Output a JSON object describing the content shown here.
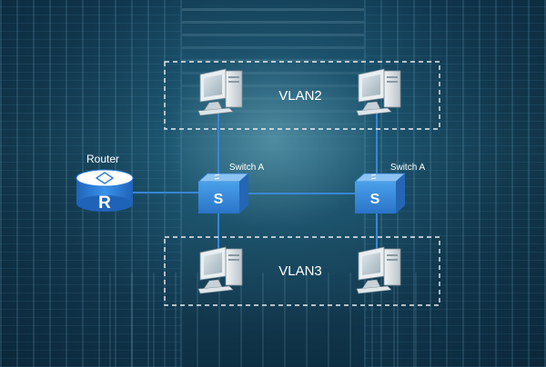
{
  "diagram": {
    "router": {
      "label": "Router",
      "symbol": "R"
    },
    "switches": [
      {
        "label": "Switch A",
        "symbol": "S"
      },
      {
        "label": "Switch A",
        "symbol": "S"
      }
    ],
    "vlans": [
      {
        "label": "VLAN2"
      },
      {
        "label": "VLAN3"
      }
    ],
    "colors": {
      "link": "#3a86d6",
      "router_top": "#ffffff",
      "router_body": "#2f7ed8",
      "switch_body": "#3d8fe0",
      "vlan_border": "#e8eef2"
    },
    "icons": [
      "router-icon",
      "switch-icon",
      "computer-icon"
    ]
  }
}
